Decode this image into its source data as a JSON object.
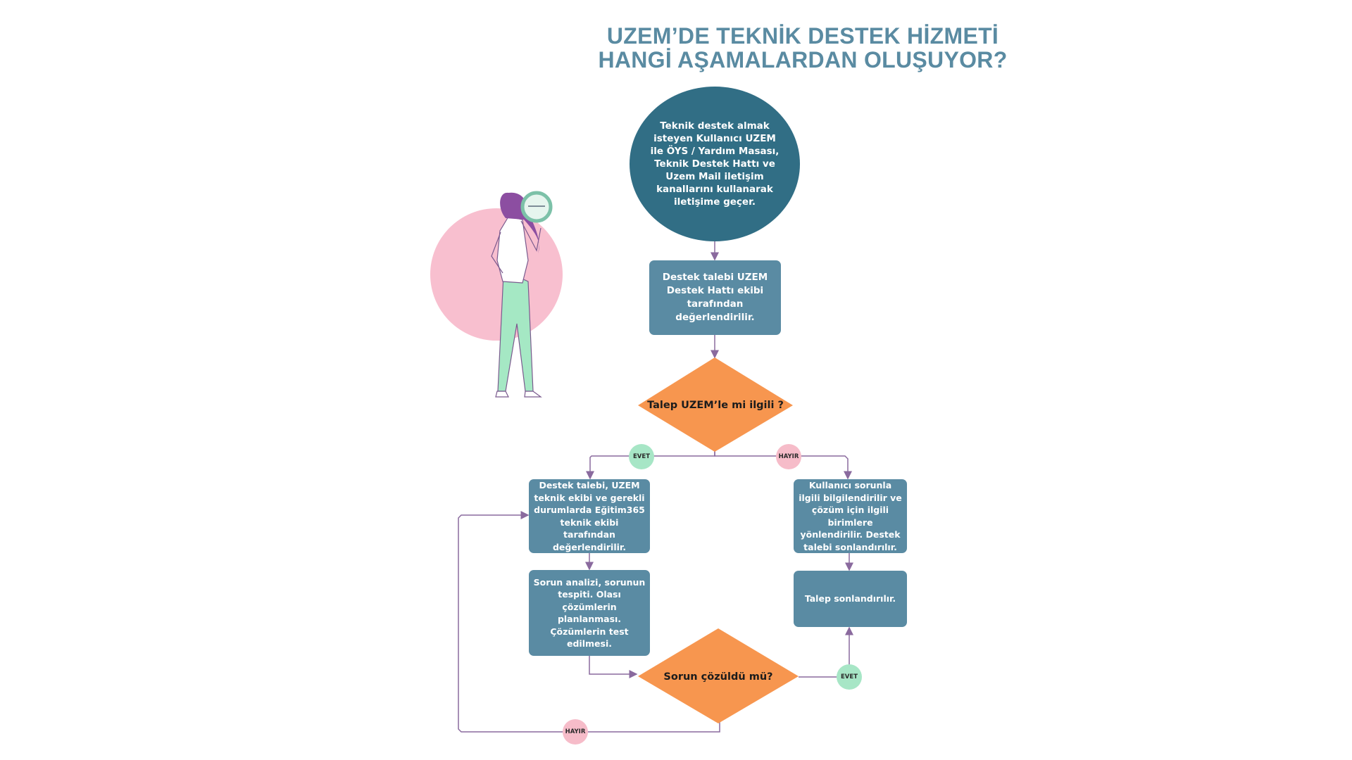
{
  "title": {
    "line1": "UZEM’DE TEKNİK DESTEK HİZMETİ",
    "line2": "HANGİ AŞAMALARDAN OLUŞUYOR?"
  },
  "nodes": {
    "start": "Teknik destek almak isteyen Kullanıcı UZEM ile ÖYS / Yardım Masası, Teknik Destek Hattı ve Uzem Mail iletişim kanallarını kullanarak iletişime geçer.",
    "evaluate": "Destek talebi UZEM Destek Hattı ekibi tarafından değerlendirilir.",
    "decision_related": "Talep UZEM’le mi ilgili ?",
    "uzem_team": "Destek talebi, UZEM teknik ekibi ve gerekli durumlarda Eğitim365 teknik ekibi tarafından değerlendirilir.",
    "redirect": "Kullanıcı sorunla ilgili bilgilendirilir ve çözüm için ilgili birimlere yönlendirilir. Destek talebi sonlandırılır.",
    "analysis": "Sorun analizi, sorunun tespiti. Olası çözümlerin planlanması. Çözümlerin test edilmesi.",
    "closed": "Talep sonlandırılır.",
    "decision_solved": "Sorun çözüldü mü?"
  },
  "badges": {
    "yes_left": "EVET",
    "no_right": "HAYIR",
    "yes_bottom": "EVET",
    "no_bottom": "HAYIR"
  },
  "colors": {
    "title": "#5a8ba2",
    "circle": "#316e85",
    "box": "#5a8ba3",
    "diamond": "#f7964f",
    "connector": "#8a6a9e",
    "yes_badge": "#a7e6c6",
    "no_badge": "#f6bcc9",
    "illustration_circle": "#f8bfcf"
  }
}
